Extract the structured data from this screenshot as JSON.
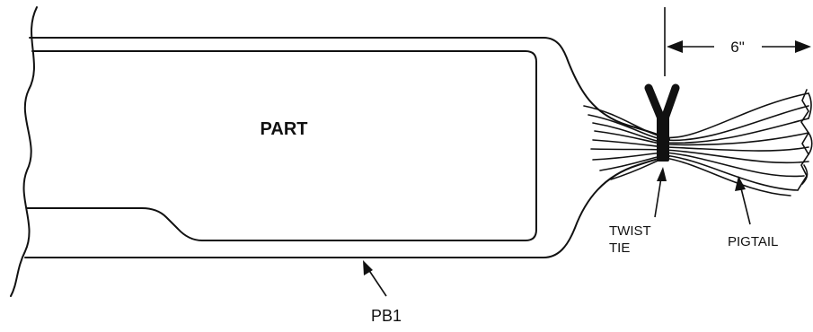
{
  "labels": {
    "part": "PART",
    "dimension": "6\"",
    "twist_tie_line1": "TWIST",
    "twist_tie_line2": "TIE",
    "pigtail": "PIGTAIL",
    "bag": "PB1"
  },
  "colors": {
    "ink": "#111111",
    "background": "#ffffff"
  }
}
